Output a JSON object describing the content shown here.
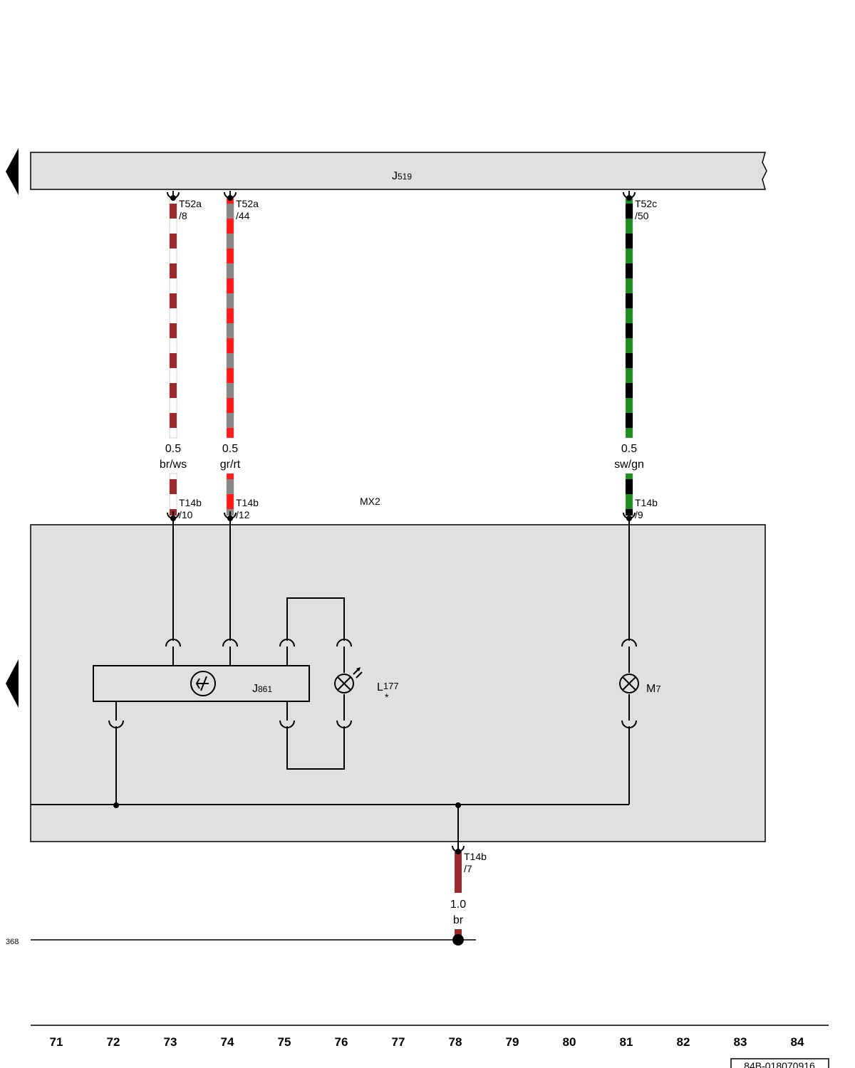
{
  "components": {
    "j519": {
      "name": "J",
      "sub": "519"
    },
    "mx2": "MX2",
    "j861": {
      "name": "J",
      "sub": "861"
    },
    "l177": {
      "name": "L",
      "sub": "177",
      "mark": "*"
    },
    "m7": {
      "name": "M",
      "sub": "7"
    }
  },
  "wires": [
    {
      "id": "w73",
      "top_pin": [
        "T52a",
        "/8"
      ],
      "bottom_pin": [
        "T14b",
        "/10"
      ],
      "gauge": "0.5",
      "color_code": "br/ws",
      "colors": [
        "#9e2b2b",
        "#ffffff"
      ]
    },
    {
      "id": "w74",
      "top_pin": [
        "T52a",
        "/44"
      ],
      "bottom_pin": [
        "T14b",
        "/12"
      ],
      "gauge": "0.5",
      "color_code": "gr/rt",
      "colors": [
        "#888888",
        "#ff1a1a"
      ]
    },
    {
      "id": "w81",
      "top_pin": [
        "T52c",
        "/50"
      ],
      "bottom_pin": [
        "T14b",
        "/9"
      ],
      "gauge": "0.5",
      "color_code": "sw/gn",
      "colors": [
        "#000000",
        "#1e8c1e"
      ]
    }
  ],
  "ground_wire": {
    "pin": [
      "T14b",
      "/7"
    ],
    "gauge": "1.0",
    "color_code": "br",
    "color": "#9e2b2b"
  },
  "ref_line": "368",
  "columns": [
    "71",
    "72",
    "73",
    "74",
    "75",
    "76",
    "77",
    "78",
    "79",
    "80",
    "81",
    "82",
    "83",
    "84"
  ],
  "doc_id": "84B-018070916"
}
